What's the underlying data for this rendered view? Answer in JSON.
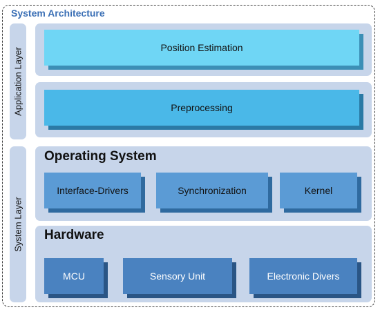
{
  "title": "System Architecture",
  "layers": {
    "application": "Application Layer",
    "system": "System Layer"
  },
  "application_blocks": {
    "position_estimation": "Position Estimation",
    "preprocessing": "Preprocessing"
  },
  "operating_system": {
    "heading": "Operating System",
    "blocks": [
      "Interface-Drivers",
      "Synchronization",
      "Kernel"
    ]
  },
  "hardware": {
    "heading": "Hardware",
    "blocks": [
      "MCU",
      "Sensory Unit",
      "Electronic Divers"
    ]
  },
  "colors": {
    "panel": "#c7d5ea",
    "title": "#3a6fb5",
    "position_estimation": "#6fd6f5",
    "preprocessing": "#4ab8e8",
    "os_block": "#5b9bd5",
    "hw_block": "#4a82c0"
  }
}
